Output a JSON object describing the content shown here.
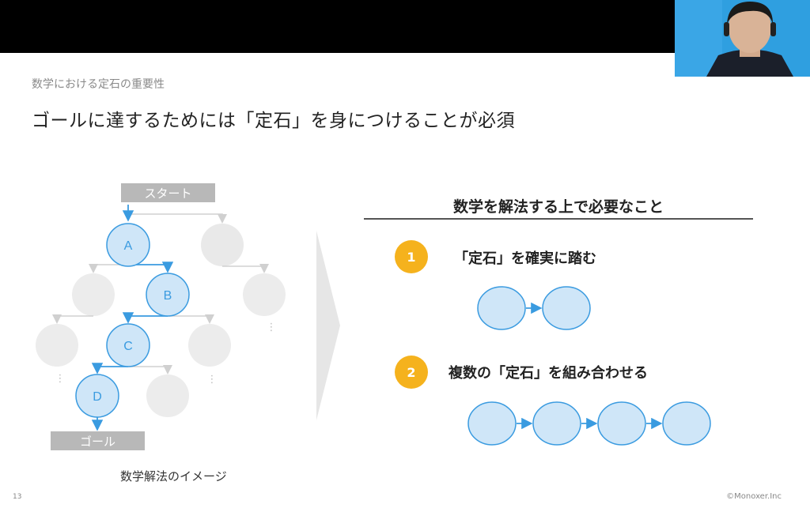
{
  "slide": {
    "subtitle": "数学における定石の重要性",
    "title": "ゴールに達するためには「定石」を身につけることが必須",
    "page_number": "13",
    "copyright": "©Monoxer.Inc"
  },
  "diagram": {
    "start_label": "スタート",
    "goal_label": "ゴール",
    "caption": "数学解法のイメージ",
    "nodes": [
      "A",
      "B",
      "C",
      "D"
    ],
    "ellipsis": "⋮"
  },
  "right_panel": {
    "heading": "数学を解法する上で必要なこと",
    "points": [
      {
        "number": "1",
        "label": "「定石」を確実に踏む"
      },
      {
        "number": "2",
        "label": "複数の「定石」を組み合わせる"
      }
    ]
  },
  "colors": {
    "accent_blue": "#3a9be0",
    "node_fill": "#cfe6f8",
    "ghost": "#e7e7e7",
    "badge": "#f5b21d",
    "label_box": "#b8b8b8"
  }
}
